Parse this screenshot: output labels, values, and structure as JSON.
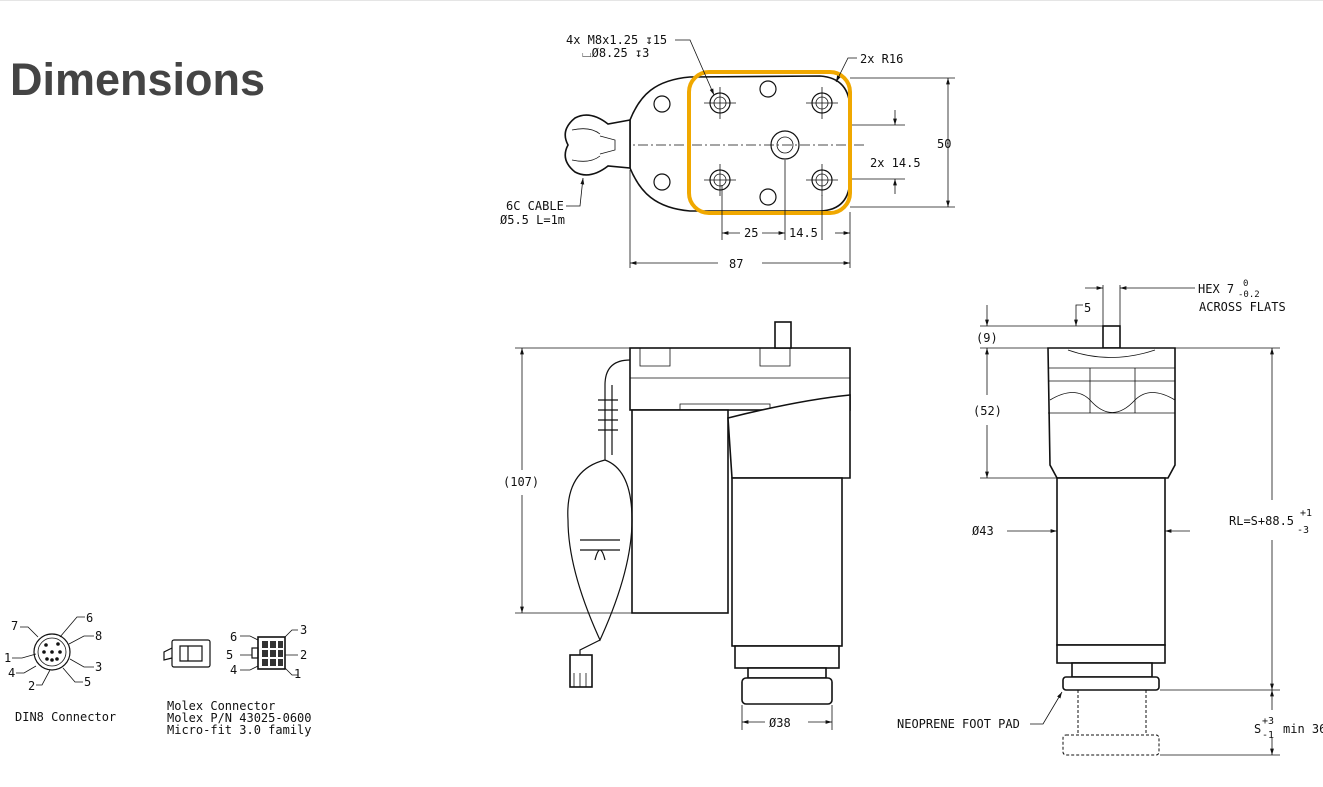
{
  "page": {
    "title": "Dimensions"
  },
  "top_view": {
    "thread_callout_1": "4x M8x1.25 ↧15",
    "thread_callout_2": "⌴Ø8.25 ↧3",
    "radius": "2x R16",
    "height": "50",
    "hole_spacing_v": "2x 14.5",
    "hole_spacing_h1": "25",
    "hole_spacing_h2": "14.5",
    "overall_length": "87",
    "cable_1": "6C CABLE",
    "cable_2": "Ø5.5 L=1m",
    "highlight_color": "#f0a800"
  },
  "side_view": {
    "height": "(107)",
    "foot_diameter": "Ø38"
  },
  "front_view": {
    "hex_1": "HEX 7",
    "hex_tol_upper": "0",
    "hex_tol_lower": "-0.2",
    "hex_2": "ACROSS FLATS",
    "stud": "5",
    "stud_height": "(9)",
    "head_height": "(52)",
    "body_diameter": "Ø43",
    "rl": "RL=S+88.5",
    "rl_tol_upper": "+1",
    "rl_tol_lower": "-3",
    "foot_pad": "NEOPRENE FOOT PAD",
    "stroke": "S",
    "stroke_tol_upper": "+3",
    "stroke_tol_lower": "-1",
    "stroke_min": "min 36"
  },
  "connectors": {
    "din8": {
      "label": "DIN8 Connector",
      "pins": [
        "7",
        "6",
        "8",
        "1",
        "3",
        "4",
        "2",
        "5"
      ]
    },
    "molex": {
      "line1": "Molex Connector",
      "line2": "Molex P/N 43025-0600",
      "line3": "Micro-fit 3.0 family",
      "pins": [
        "6",
        "3",
        "5",
        "2",
        "4",
        "1"
      ]
    }
  }
}
